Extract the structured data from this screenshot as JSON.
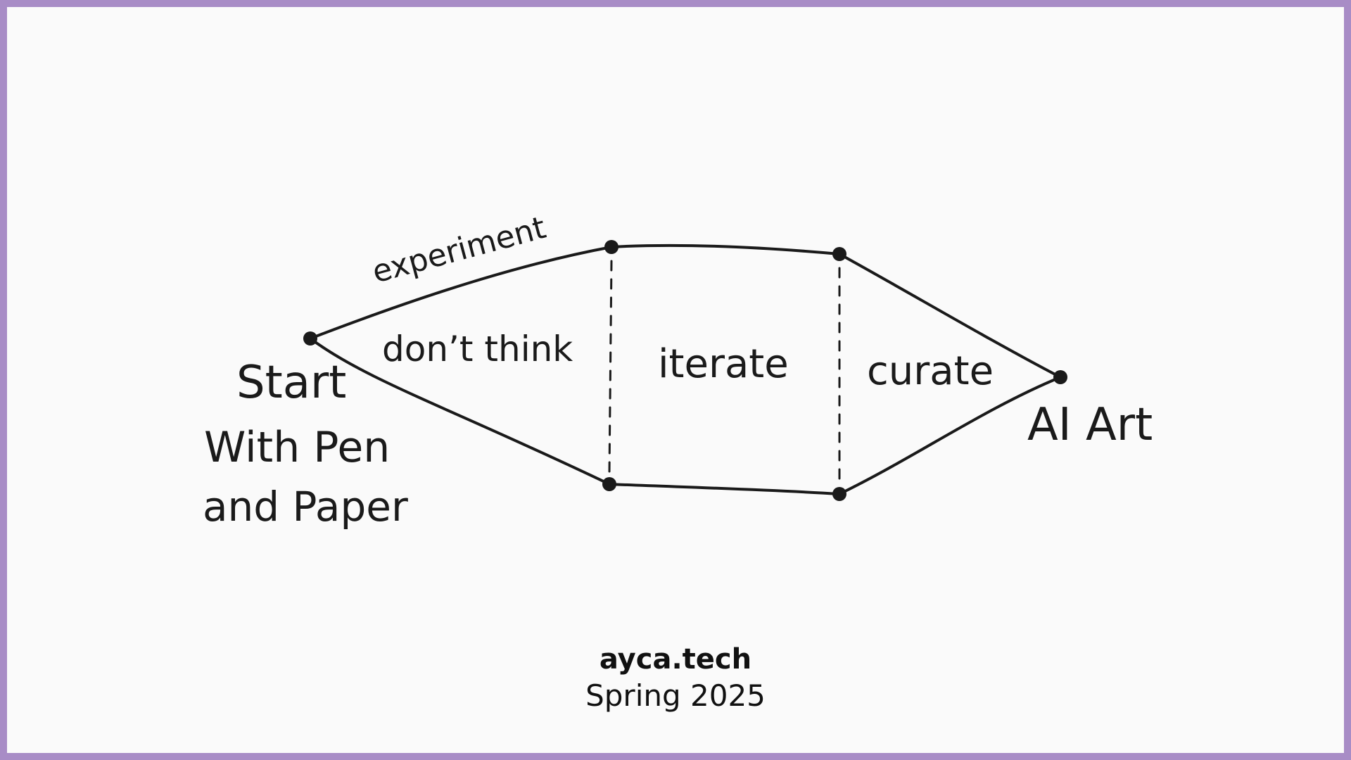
{
  "nodes": {
    "start": [
      "Start",
      "With Pen",
      "and Paper"
    ],
    "end": "AI Art"
  },
  "edge_labels": {
    "top_left": "experiment"
  },
  "regions": {
    "first": "don’t think",
    "second": "iterate",
    "third": "curate"
  },
  "footer": {
    "site": "ayca.tech",
    "date": "Spring 2025"
  },
  "colors": {
    "border": "#a88cc6",
    "background": "#fafafa",
    "ink": "#1a1a1a"
  }
}
